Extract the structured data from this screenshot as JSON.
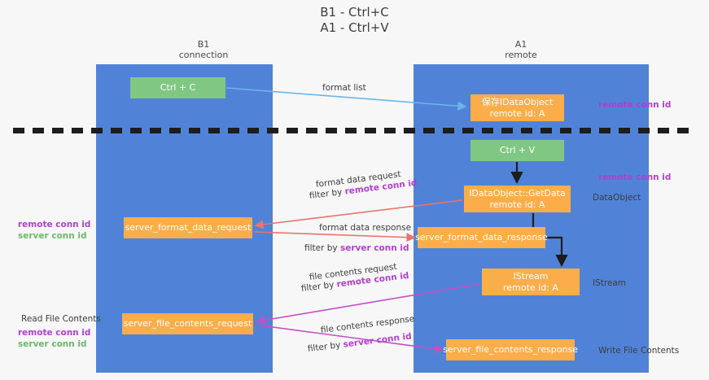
{
  "title": "B1 - Ctrl+C\nA1 - Ctrl+V",
  "columns": {
    "left": "B1\nconnection",
    "right": "A1\nremote"
  },
  "nodes": {
    "ctrl_c": "Ctrl + C",
    "save_dataobject": "保存IDataObject\nremote id: A",
    "ctrl_v": "Ctrl + V",
    "getdata": "IDataObject::GetData\nremote id: A",
    "server_format_data_request": "server_format_data_request",
    "server_format_data_response": "server_format_data_response",
    "istream": "IStream\nremote id: A",
    "server_file_contents_request": "server_file_contents_request",
    "server_file_contents_response": "server_file_contents_response"
  },
  "edges": {
    "format_list": "format list",
    "format_data_request": "format data request",
    "format_data_request_filter_prefix": "filter by ",
    "format_data_request_filter_key": "remote conn id",
    "format_data_response": "format data response",
    "format_data_response_filter_prefix": "filter by ",
    "format_data_response_filter_key": "server conn id",
    "file_contents_request": "file contents request",
    "file_contents_request_filter_prefix": "filter by ",
    "file_contents_request_filter_key": "remote conn id",
    "file_contents_response": "file contents response",
    "file_contents_response_filter_prefix": "filter by ",
    "file_contents_response_filter_key": "server conn id"
  },
  "annotations": {
    "right_remote_conn_id_top": "remote conn id",
    "right_remote_conn_id_mid": "remote conn id",
    "right_dataobject": "DataObject",
    "right_istream": "IStream",
    "right_write_file_contents": "Write File Contents",
    "left_remote_conn_id": "remote conn id",
    "left_server_conn_id": "server conn id",
    "left_read_file_contents": "Read File Contents",
    "left_remote_conn_id_2": "remote conn id",
    "left_server_conn_id_2": "server conn id"
  },
  "colors": {
    "lane": "#5083d8",
    "green_node": "#81c784",
    "orange_node": "#fbad4a",
    "purple_text": "#b13fd1",
    "green_text": "#6aba6a",
    "blue_arrow": "#6eb4e8",
    "red_arrow": "#e8746b",
    "magenta_arrow": "#c44fc4",
    "black_arrow": "#1d1d1d",
    "background": "#f7f7f7"
  }
}
